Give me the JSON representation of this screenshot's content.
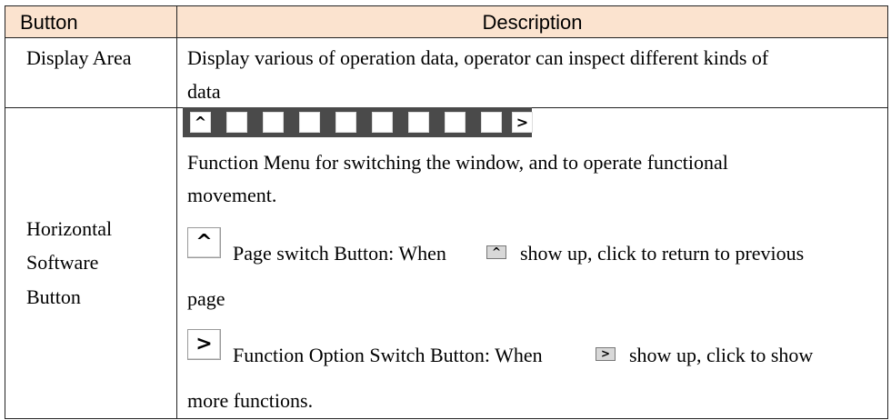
{
  "table": {
    "header": {
      "col1": "Button",
      "col2": "Description"
    },
    "row1": {
      "button": "Display Area",
      "desc_line1": "Display various of operation data, operator can inspect different kinds of",
      "desc_line2": "data"
    },
    "row2": {
      "button_line1": "Horizontal",
      "button_line2": "Software",
      "button_line3": "Button",
      "menu_strip": {
        "first_glyph": "^",
        "last_glyph": ">",
        "icon": "function-menu-strip"
      },
      "menu_line1": "Function Menu for switching the window, and to operate functional",
      "menu_line2": "movement.",
      "page_switch": {
        "icon_glyph": "^",
        "text_a": "Page switch Button: When",
        "text_b": "show up, click to return to previous",
        "text_c": "page"
      },
      "function_switch": {
        "icon_glyph": ">",
        "text_a": "Function Option Switch Button: When",
        "text_b": "show up, click to show",
        "text_c": "more functions."
      }
    }
  }
}
